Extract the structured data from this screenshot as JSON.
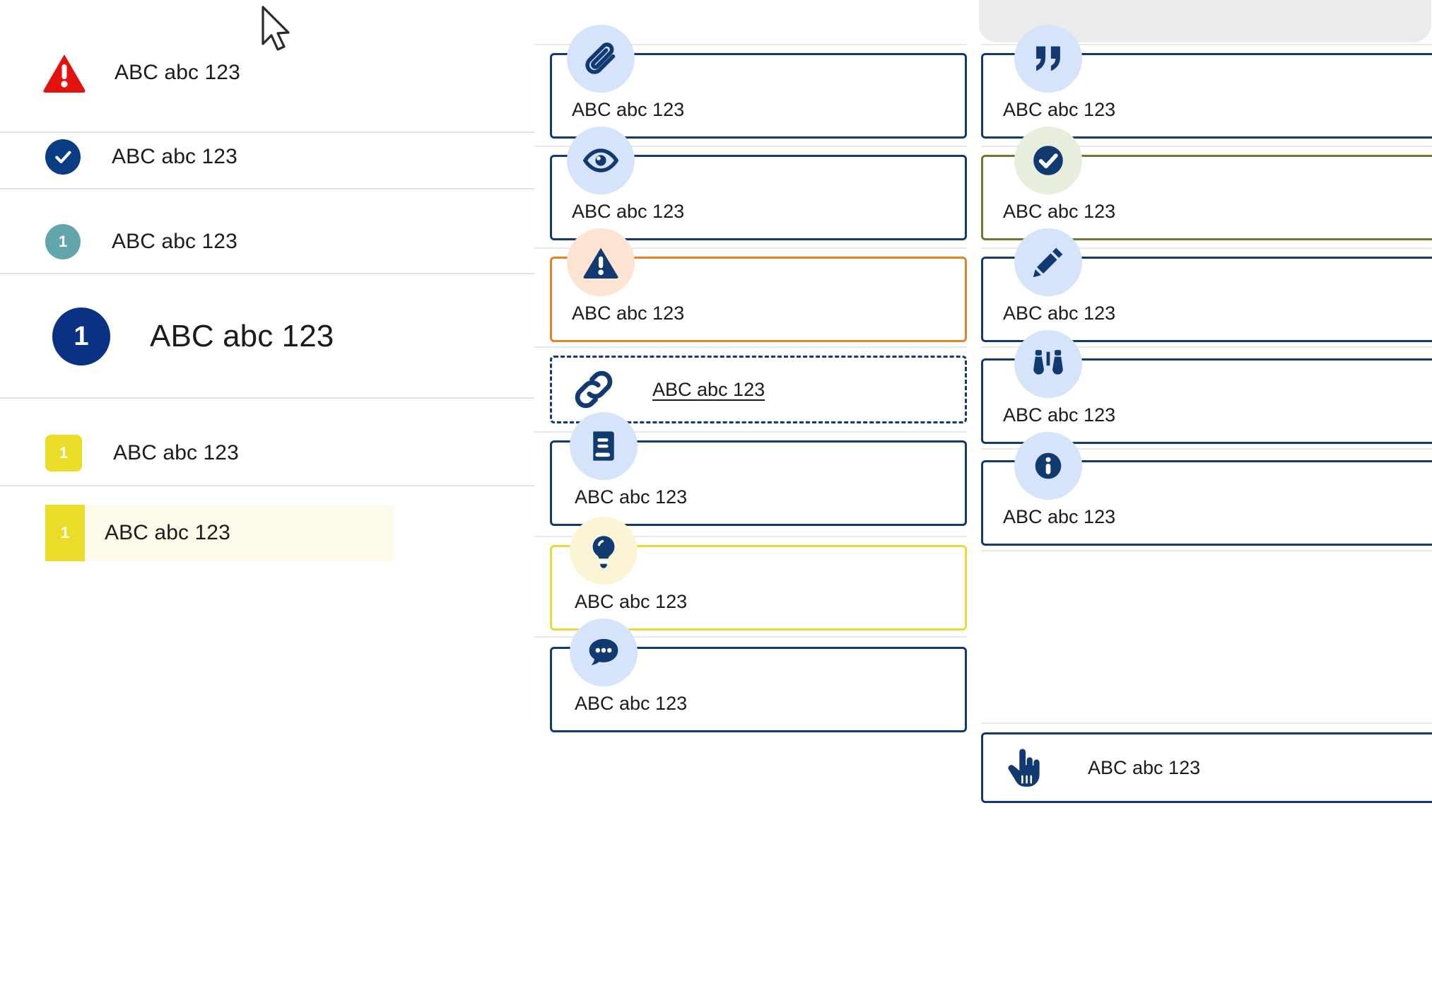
{
  "sidebar": {
    "rows": [
      {
        "marker": "warning-triangle-icon",
        "badge": "",
        "label": "ABC abc 123",
        "size": "normal",
        "highlight": false
      },
      {
        "marker": "check-circle-icon",
        "badge": "",
        "label": "ABC abc 123",
        "size": "normal",
        "highlight": false
      },
      {
        "marker": "teal-number-badge",
        "badge": "1",
        "label": "ABC abc 123",
        "size": "normal",
        "highlight": false
      },
      {
        "marker": "navy-number-badge-large",
        "badge": "1",
        "label": "ABC abc 123",
        "size": "big",
        "highlight": false
      },
      {
        "marker": "yellow-number-badge",
        "badge": "1",
        "label": "ABC abc 123",
        "size": "normal",
        "highlight": false
      },
      {
        "marker": "yellow-number-block",
        "badge": "1",
        "label": "ABC abc 123",
        "size": "normal",
        "highlight": true
      }
    ]
  },
  "middle_column": {
    "cards": [
      {
        "icon": "paperclip-icon",
        "label": "ABC abc 123",
        "border": "navy",
        "halo": "blue"
      },
      {
        "icon": "eye-icon",
        "label": "ABC abc 123",
        "border": "navy",
        "halo": "blue"
      },
      {
        "icon": "warning-icon",
        "label": "ABC abc 123",
        "border": "orange",
        "halo": "peach"
      },
      {
        "icon": "link-icon",
        "label": "ABC abc 123",
        "border": "dashed",
        "halo": "none"
      },
      {
        "icon": "book-icon",
        "label": "ABC abc 123",
        "border": "navy",
        "halo": "blue"
      },
      {
        "icon": "lightbulb-icon",
        "label": "ABC abc 123",
        "border": "yellow",
        "halo": "cream"
      },
      {
        "icon": "speech-bubble-icon",
        "label": "ABC abc 123",
        "border": "navy",
        "halo": "blue"
      }
    ]
  },
  "right_column": {
    "cards": [
      {
        "icon": "quote-icon",
        "label": "ABC abc 123",
        "border": "navy",
        "halo": "blue"
      },
      {
        "icon": "check-circle-icon",
        "label": "ABC abc 123",
        "border": "olive",
        "halo": "mint"
      },
      {
        "icon": "pencil-icon",
        "label": "ABC abc 123",
        "border": "navy",
        "halo": "blue"
      },
      {
        "icon": "binoculars-icon",
        "label": "ABC abc 123",
        "border": "navy",
        "halo": "blue"
      },
      {
        "icon": "info-icon",
        "label": "ABC abc 123",
        "border": "navy",
        "halo": "blue"
      },
      {
        "icon": "hand-pointer-icon",
        "label": "ABC abc 123",
        "border": "navy",
        "halo": "none"
      }
    ]
  },
  "colors": {
    "navy": "#113a71",
    "deep_navy": "#0b3183",
    "red": "#e2120f",
    "teal": "#62a5aa",
    "yellow": "#ecdc2a",
    "highlight": "#fdfaea",
    "orange": "#e2822c",
    "olive": "#6f7935",
    "halo_blue": "#d6e4fb",
    "halo_peach": "#fde4d2",
    "halo_mint": "#e7eedc",
    "halo_cream": "#fbf5d6",
    "divider": "#e3e3e3",
    "panel_grey": "#ebebeb"
  }
}
